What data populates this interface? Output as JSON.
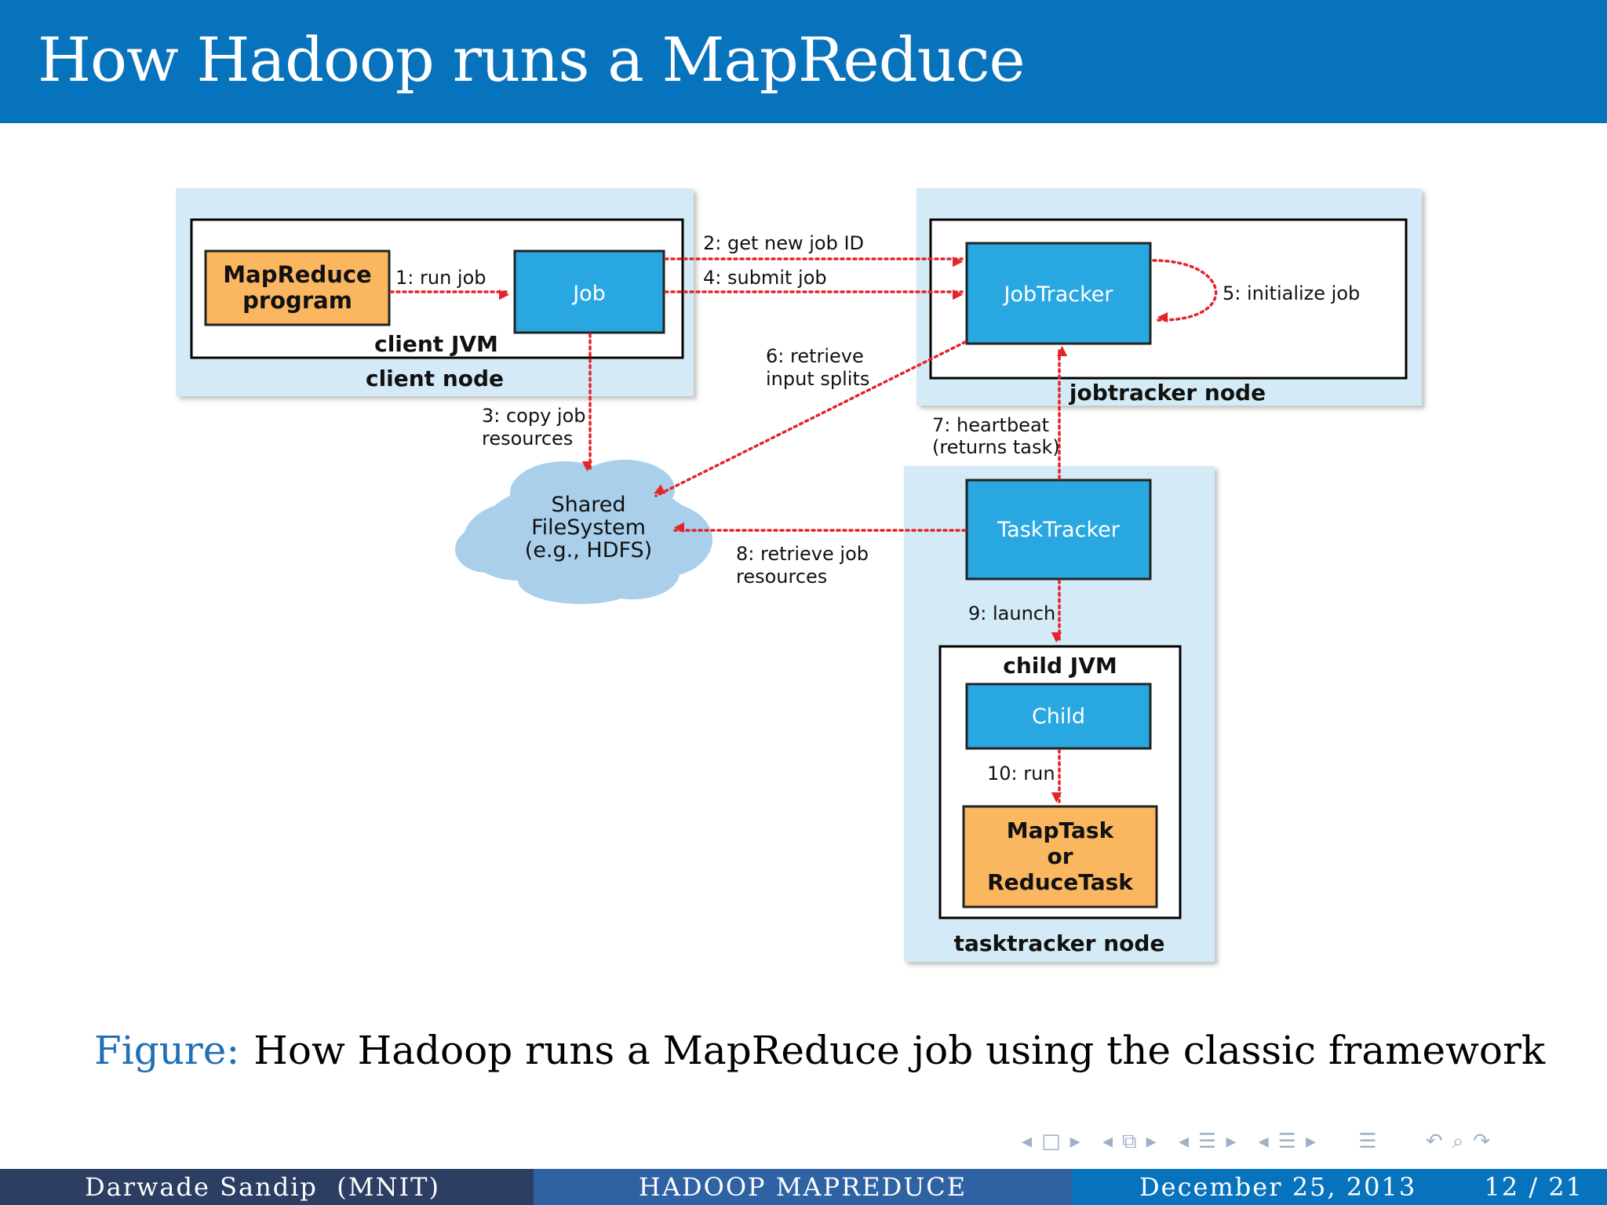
{
  "slide": {
    "title": "How Hadoop runs a MapReduce"
  },
  "diagram": {
    "nodes": {
      "mapreduce_program": "MapReduce\nprogram",
      "job": "Job",
      "client_jvm": "client JVM",
      "client_node": "client node",
      "jobtracker": "JobTracker",
      "jobtracker_node": "jobtracker node",
      "shared_fs": "Shared\nFileSystem\n(e.g., HDFS)",
      "tasktracker": "TaskTracker",
      "child_jvm": "child JVM",
      "child": "Child",
      "task": "MapTask\nor\nReduceTask",
      "tasktracker_node": "tasktracker node"
    },
    "steps": {
      "s1": "1: run job",
      "s2": "2: get new job ID",
      "s3": "3: copy job\nresources",
      "s4": "4: submit job",
      "s5": "5: initialize job",
      "s6": "6: retrieve\ninput splits",
      "s7": "7: heartbeat\n(returns task)",
      "s8": "8: retrieve job\nresources",
      "s9": "9: launch",
      "s10": "10: run"
    },
    "colors": {
      "node_bg": "#d4ebf7",
      "process_blue": "#29a7e1",
      "program_orange": "#fbb760",
      "arrow_red": "#e3242b"
    }
  },
  "caption": {
    "label": "Figure:",
    "text": "How Hadoop runs a MapReduce job using the classic framework"
  },
  "navigation": {
    "icons": [
      "prev-frame-icon",
      "frame-icon",
      "next-frame-icon",
      "prev-subsection-icon",
      "subsection-icon",
      "next-subsection-icon",
      "prev-section-icon",
      "section-icon",
      "next-section-icon",
      "doc-icon",
      "back-icon",
      "search-icon",
      "forward-icon"
    ]
  },
  "footer": {
    "author": "Darwade Sandip  (MNIT)",
    "short_title": "HADOOP MAPREDUCE",
    "date": "December 25, 2013",
    "page": "12 / 21"
  }
}
